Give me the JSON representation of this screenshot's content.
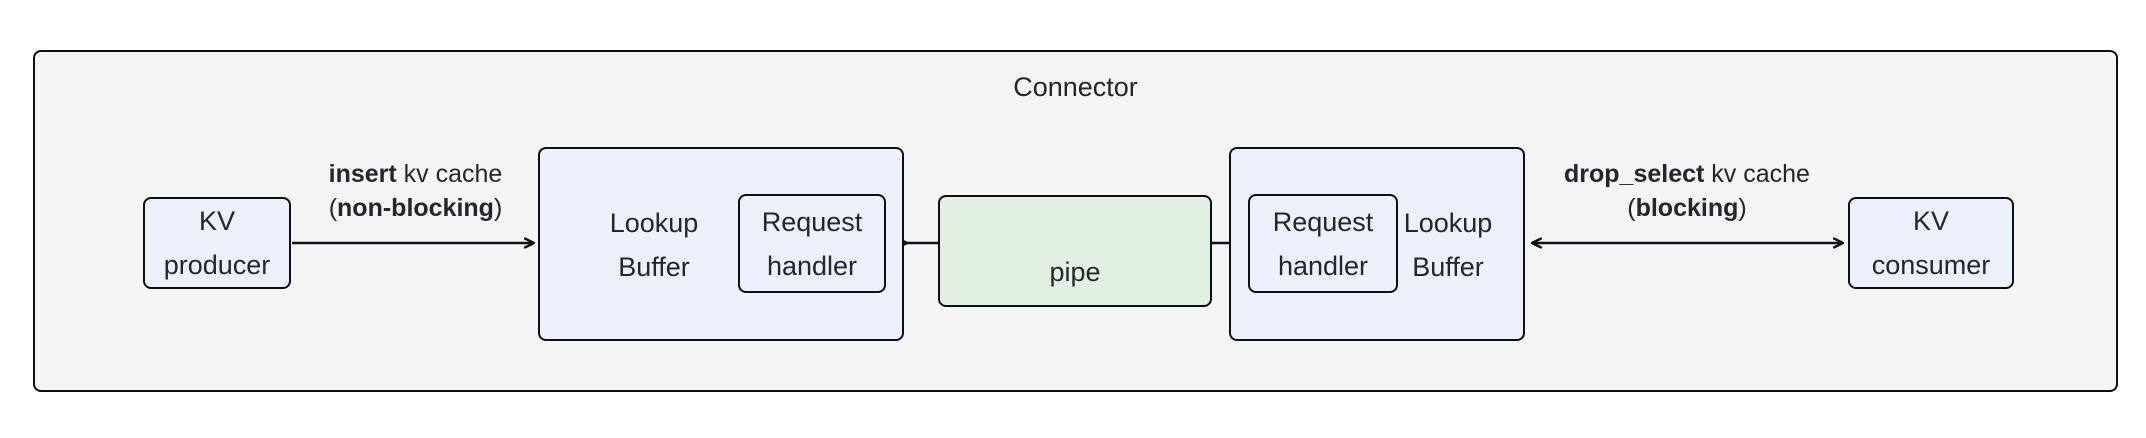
{
  "diagram": {
    "title": "Connector",
    "background_color": "#f4f4f4",
    "border_color": "#0f0f12",
    "node_fill_blue": "#ecf0fa",
    "node_fill_green": "#e2f0e4",
    "text_color": "#24262c"
  },
  "nodes": {
    "kv_producer": {
      "label": "KV\nproducer"
    },
    "lookup_buffer_left": {
      "label": "Lookup\nBuffer"
    },
    "request_handler_left": {
      "label": "Request\nhandler"
    },
    "pipe": {
      "label": "pipe"
    },
    "request_handler_right": {
      "label": "Request\nhandler"
    },
    "lookup_buffer_right": {
      "label": "Lookup\nBuffer"
    },
    "kv_consumer": {
      "label": "KV\nconsumer"
    }
  },
  "edges": {
    "insert": {
      "line1_bold": "insert",
      "line1_rest": " kv cache",
      "line2_open": "(",
      "line2_bold": "non-blocking",
      "line2_close": ")",
      "direction": "right"
    },
    "drop_select": {
      "line1_bold": "drop_select",
      "line1_rest": " kv cache",
      "line2_open": "(",
      "line2_bold": "blocking",
      "line2_close": ")",
      "direction": "both"
    }
  }
}
